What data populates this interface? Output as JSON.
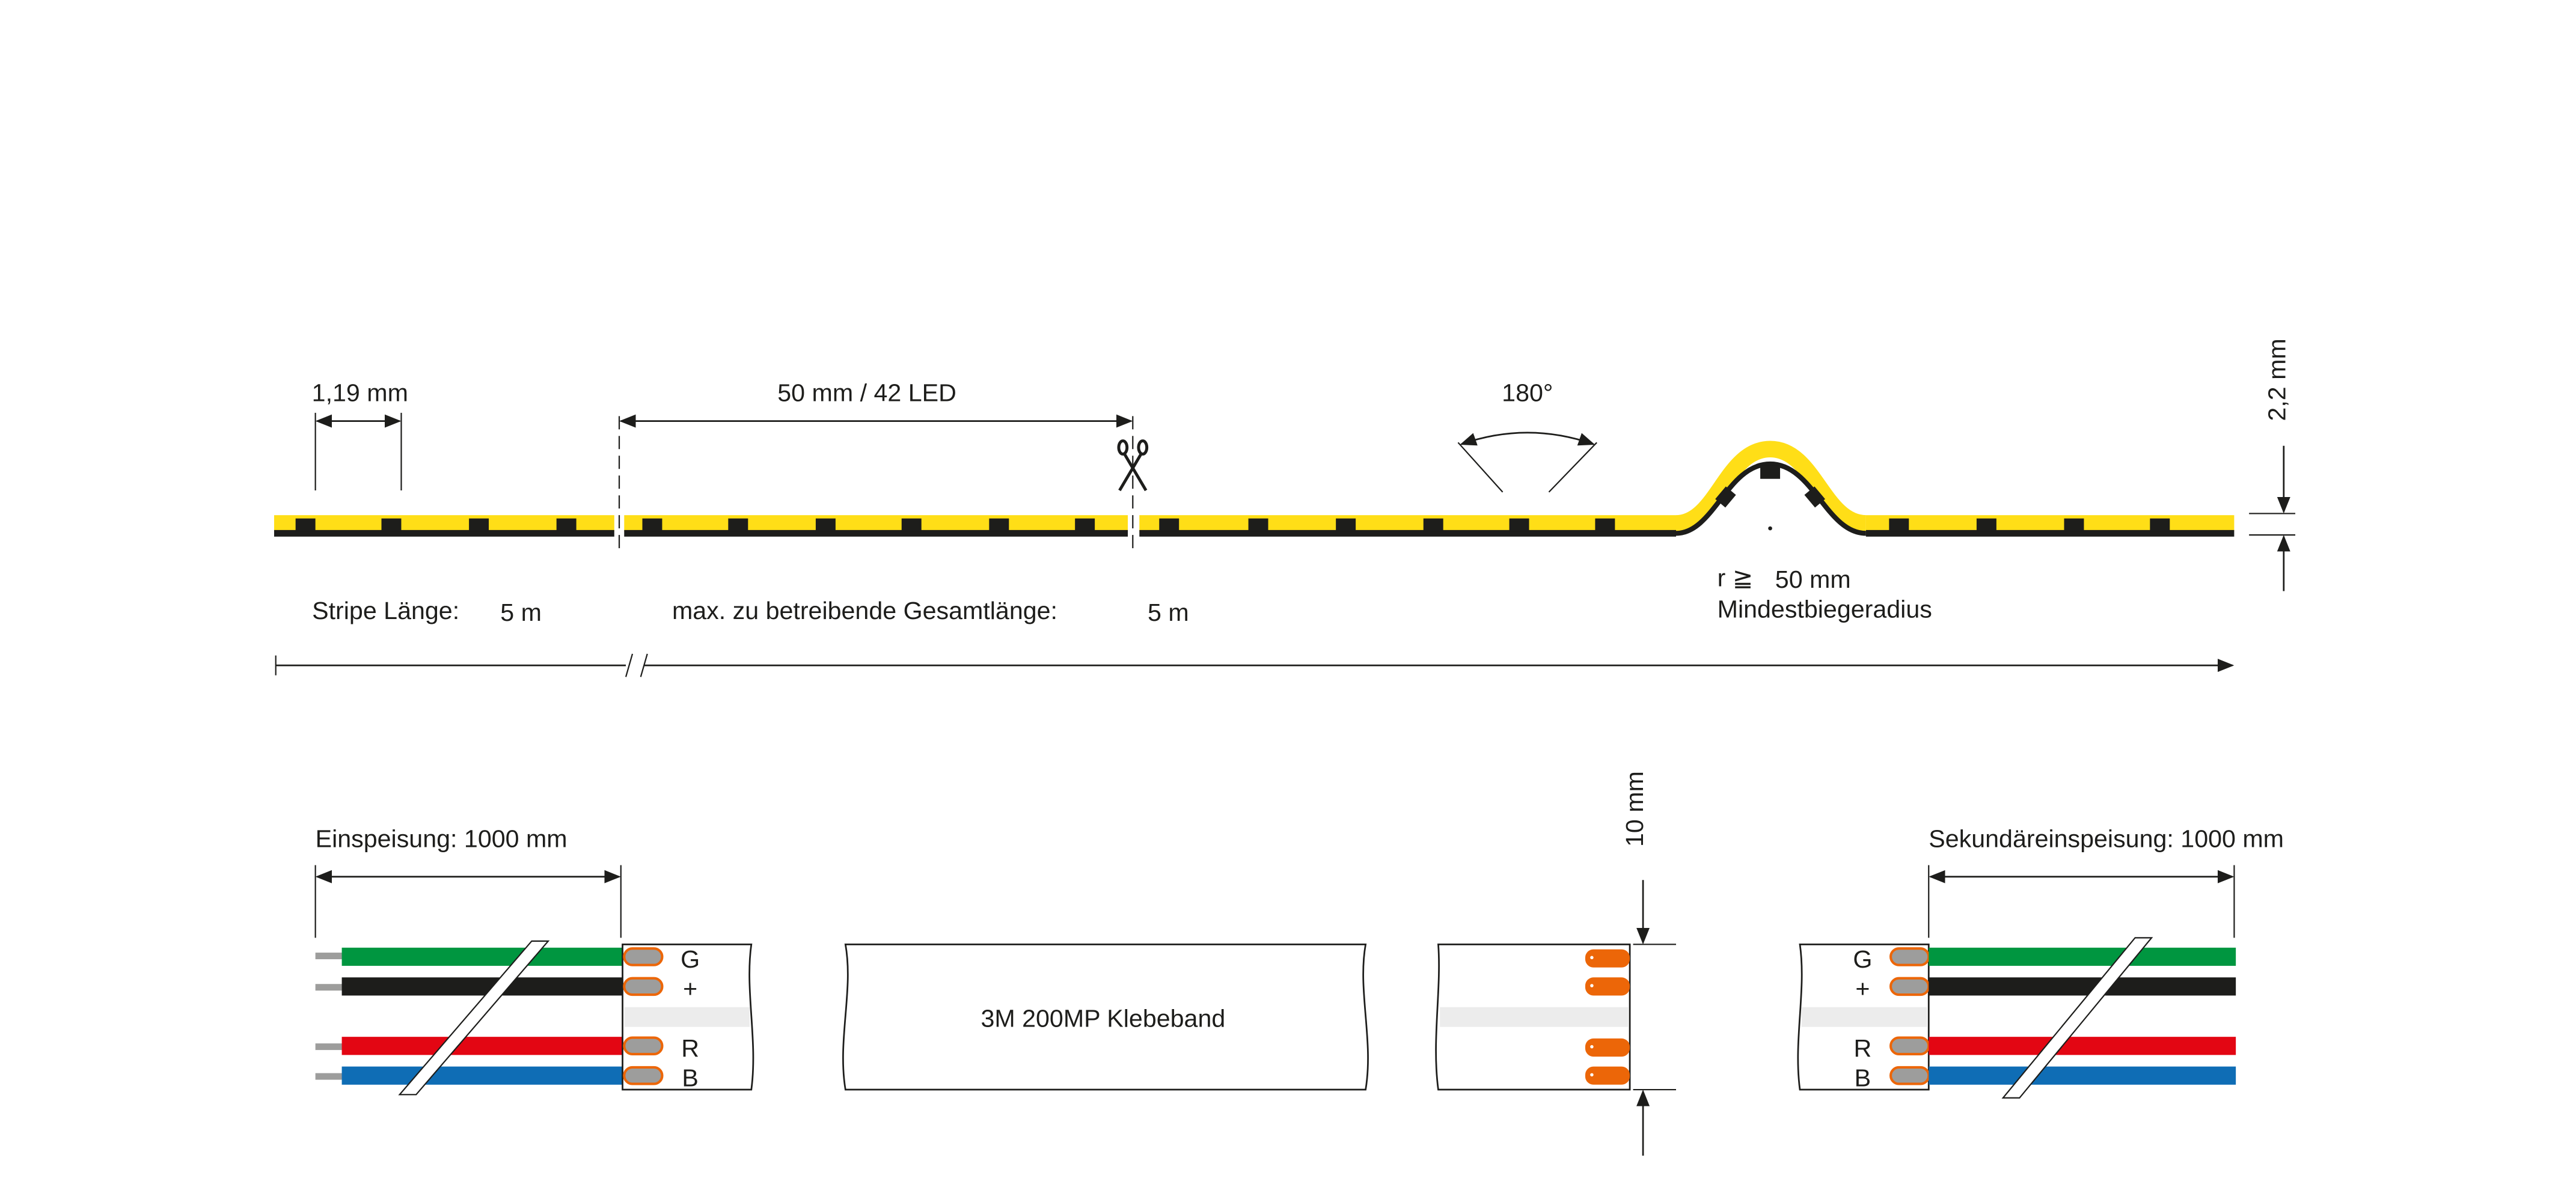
{
  "top": {
    "pitch_label": "1,19 mm",
    "segment_label": "50 mm / 42 LED",
    "angle_label": "180°",
    "height_label": "2,2 mm",
    "stripe_length_label": "Stripe Länge:",
    "stripe_length_value": "5 m",
    "max_length_label": "max. zu betreibende Gesamtlänge:",
    "max_length_value": "5 m",
    "radius_symbol": "r ≧",
    "radius_value": "50 mm",
    "radius_label": "Mindestbiegeradius"
  },
  "bottom": {
    "feed_label": "Einspeisung: 1000 mm",
    "secondary_feed_label": "Sekundäreinspeisung: 1000 mm",
    "tape_label": "3M 200MP Klebeband",
    "width_label": "10 mm",
    "pins": [
      "G",
      "+",
      "R",
      "B"
    ]
  },
  "colors": {
    "strip_yellow": "#ffde17",
    "led_black": "#1d1d1b",
    "wire_green": "#009640",
    "wire_black": "#1d1d1b",
    "wire_red": "#e30613",
    "wire_blue": "#0f6db5",
    "pad_orange": "#ec6608",
    "pad_grey": "#9d9d9c",
    "band_grey": "#ececec"
  }
}
